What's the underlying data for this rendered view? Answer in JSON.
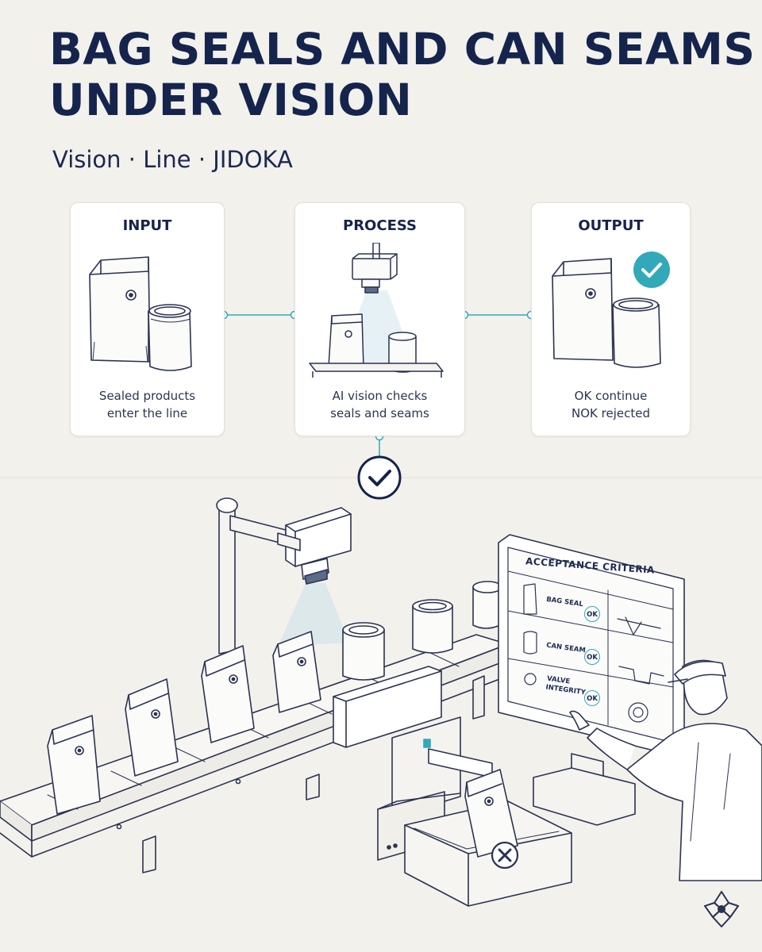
{
  "title": {
    "line1": "BAG SEALS AND CAN SEAMS",
    "line2": "UNDER VISION"
  },
  "subtitle": "Vision · Line · JIDOKA",
  "cards": [
    {
      "title": "INPUT",
      "desc_line1": "Sealed products",
      "desc_line2": "enter the line"
    },
    {
      "title": "PROCESS",
      "desc_line1": "AI vision checks",
      "desc_line2": "seals and seams"
    },
    {
      "title": "OUTPUT",
      "desc_line1": "OK continue",
      "desc_line2": "NOK rejected"
    }
  ],
  "monitor": {
    "title": "ACCEPTANCE CRITERIA",
    "rows": [
      {
        "label_line1": "BAG SEAL",
        "label_line2": "",
        "status": "OK"
      },
      {
        "label_line1": "CAN SEAM",
        "label_line2": "",
        "status": "OK"
      },
      {
        "label_line1": "VALVE",
        "label_line2": "INTEGRITY",
        "status": "OK"
      }
    ]
  },
  "colors": {
    "accent": "#31a9b8",
    "navy": "#15244d",
    "background": "#f3f1ec",
    "line": "#2a3352"
  },
  "icons": [
    "check-circle-icon",
    "reject-x-icon",
    "brand-logo-icon"
  ]
}
